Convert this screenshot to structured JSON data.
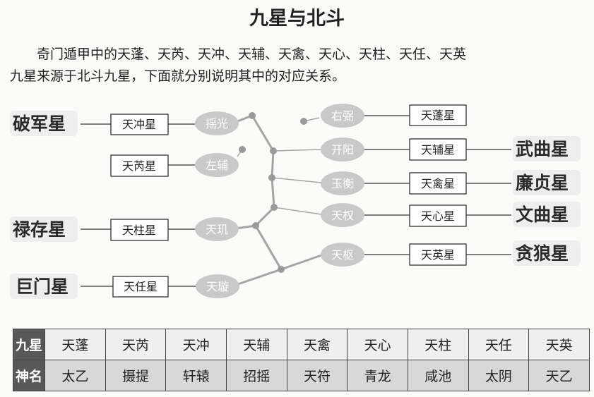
{
  "title": "九星与北斗",
  "paragraph": {
    "line1": "奇门遁甲中的天蓬、天芮、天冲、天辅、天禽、天心、天柱、天任、天英",
    "line2": "九星来源于北斗九星，下面就分别说明其中的对应关系。"
  },
  "diagram": {
    "left": [
      {
        "big": "破军星",
        "box": "天冲星",
        "dipper": "摇光"
      },
      {
        "big": "",
        "box": "天芮星",
        "dipper": "左辅"
      },
      {
        "big": "禄存星",
        "box": "天柱星",
        "dipper": "天玑"
      },
      {
        "big": "巨门星",
        "box": "天任星",
        "dipper": "天璇"
      }
    ],
    "right": [
      {
        "dipper": "右弼",
        "box": "天蓬星",
        "big": ""
      },
      {
        "dipper": "开阳",
        "box": "天辅星",
        "big": "武曲星"
      },
      {
        "dipper": "玉衡",
        "box": "天禽星",
        "big": "廉贞星"
      },
      {
        "dipper": "天权",
        "box": "天心星",
        "big": "文曲星"
      },
      {
        "dipper": "天枢",
        "box": "天英星",
        "big": "贪狼星"
      }
    ]
  },
  "table": {
    "row1_header": "九星",
    "row1": [
      "天蓬",
      "天芮",
      "天冲",
      "天辅",
      "天禽",
      "天心",
      "天柱",
      "天任",
      "天英"
    ],
    "row2_header": "神名",
    "row2": [
      "太乙",
      "摄提",
      "轩辕",
      "招摇",
      "天符",
      "青龙",
      "咸池",
      "太阴",
      "天乙"
    ]
  }
}
